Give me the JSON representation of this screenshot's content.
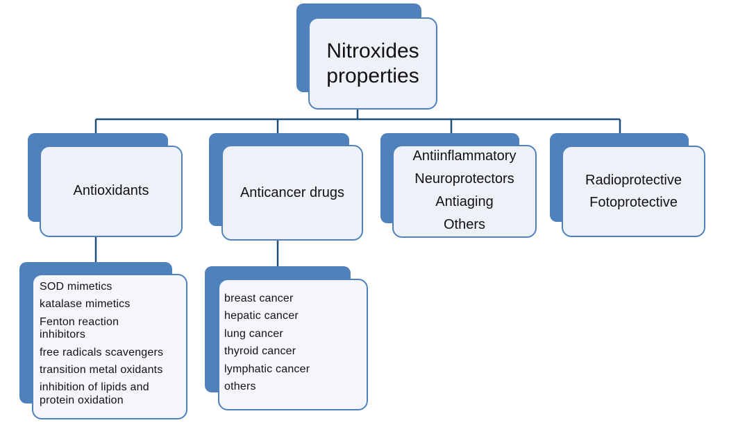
{
  "root": {
    "lines": [
      "Nitroxides",
      "properties"
    ]
  },
  "categories": [
    {
      "id": "antioxidants",
      "lines": [
        "Antioxidants"
      ]
    },
    {
      "id": "anticancer",
      "lines": [
        "Anticancer drugs"
      ]
    },
    {
      "id": "antiinflammatory",
      "lines": [
        "Antiinflammatory",
        "Neuroprotectors",
        "Antiaging",
        "Others"
      ]
    },
    {
      "id": "radioprotective",
      "lines": [
        "Radioprotective",
        "Fotoprotective"
      ]
    }
  ],
  "antioxidant_mechanisms": [
    "SOD mimetics",
    "katalase mimetics",
    "Fenton reaction inhibitors",
    "free radicals scavengers",
    "transition metal oxidants",
    "inhibition of lipids and protein oxidation"
  ],
  "cancer_types": [
    "breast cancer",
    "hepatic cancer",
    "lung cancer",
    "thyroid cancer",
    "lymphatic cancer",
    "others"
  ],
  "colors": {
    "box_shadow": "#4f81bd",
    "box_fill": "#eef2f8",
    "connector": "#1f4e79"
  }
}
